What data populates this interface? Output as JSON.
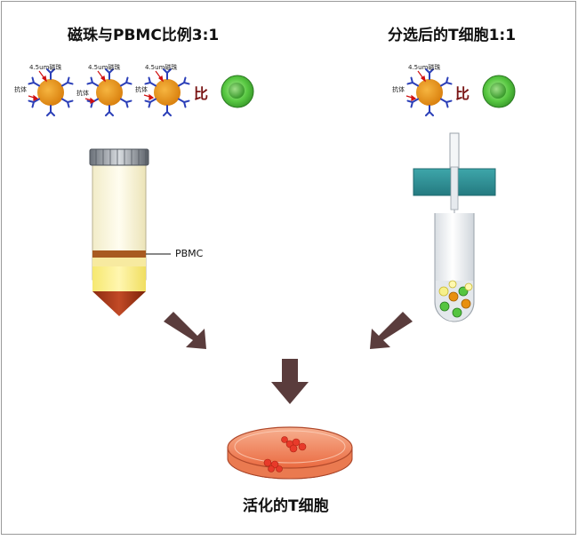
{
  "left_panel": {
    "title": "磁珠与PBMC比例3:1",
    "bead_label": "4.5um磁珠",
    "antibody_label": "抗体",
    "ratio_char": "比",
    "tube_band_label": "PBMC"
  },
  "right_panel": {
    "title": "分选后的T细胞1:1",
    "bead_label": "4.5um磁珠",
    "antibody_label": "抗体",
    "ratio_char": "比"
  },
  "bottom": {
    "label": "活化的T细胞"
  },
  "colors": {
    "bead": "#e8900f",
    "antibody": "#2b3fb8",
    "pointer": "#d01010",
    "cell": "#55c540",
    "arrow": "#5a3c3c",
    "dish_fill": "#f08050",
    "cluster": "#e83a2a",
    "magnet": "#2e8f94"
  }
}
